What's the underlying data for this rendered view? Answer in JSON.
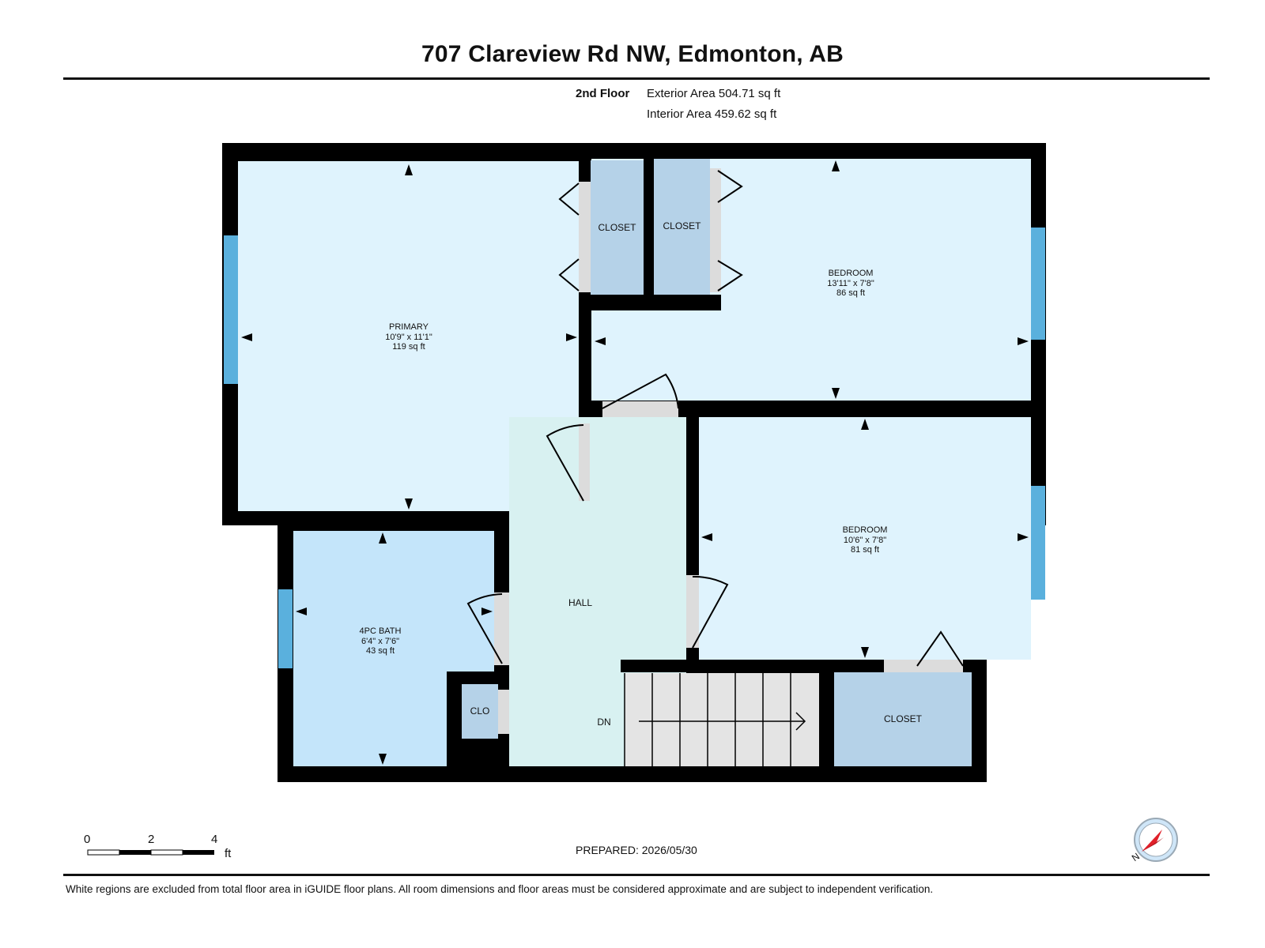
{
  "title": "707 Clareview Rd NW, Edmonton, AB",
  "floor": {
    "name": "2nd Floor",
    "exterior_area": "Exterior Area 504.71 sq ft",
    "interior_area": "Interior Area 459.62 sq ft"
  },
  "rooms": {
    "primary": {
      "name": "PRIMARY",
      "dims": "10'9\" x 11'1\"",
      "area": "119 sq ft"
    },
    "bedroom_top": {
      "name": "BEDROOM",
      "dims": "13'11\" x 7'8\"",
      "area": "86 sq ft"
    },
    "bedroom_bottom": {
      "name": "BEDROOM",
      "dims": "10'6\" x 7'8\"",
      "area": "81 sq ft"
    },
    "bath": {
      "name": "4PC BATH",
      "dims": "6'4\" x 7'6\"",
      "area": "43 sq ft"
    },
    "closet_1": "CLOSET",
    "closet_2": "CLOSET",
    "closet_3": "CLOSET",
    "clo": "CLO",
    "hall": "HALL",
    "stairs_down": "DN"
  },
  "scale": {
    "ticks": [
      "0",
      "2",
      "4"
    ],
    "unit": "ft"
  },
  "prepared": "PREPARED: 2026/05/30",
  "footer_note": "White regions are excluded from total floor area in iGUIDE floor plans. All room dimensions and floor areas must be considered approximate and are subject to independent verification.",
  "compass": {
    "label": "N"
  },
  "colors": {
    "room": "#dff3fd",
    "hall": "#d8f1f1",
    "bath": "#c4e5fa",
    "closet": "#b5d2e8",
    "wall": "#000000",
    "window": "#5ab0dd",
    "door_frame": "#dcdcdc",
    "stairs": "#e4e4e4",
    "compass_needle": "#e0202a"
  }
}
